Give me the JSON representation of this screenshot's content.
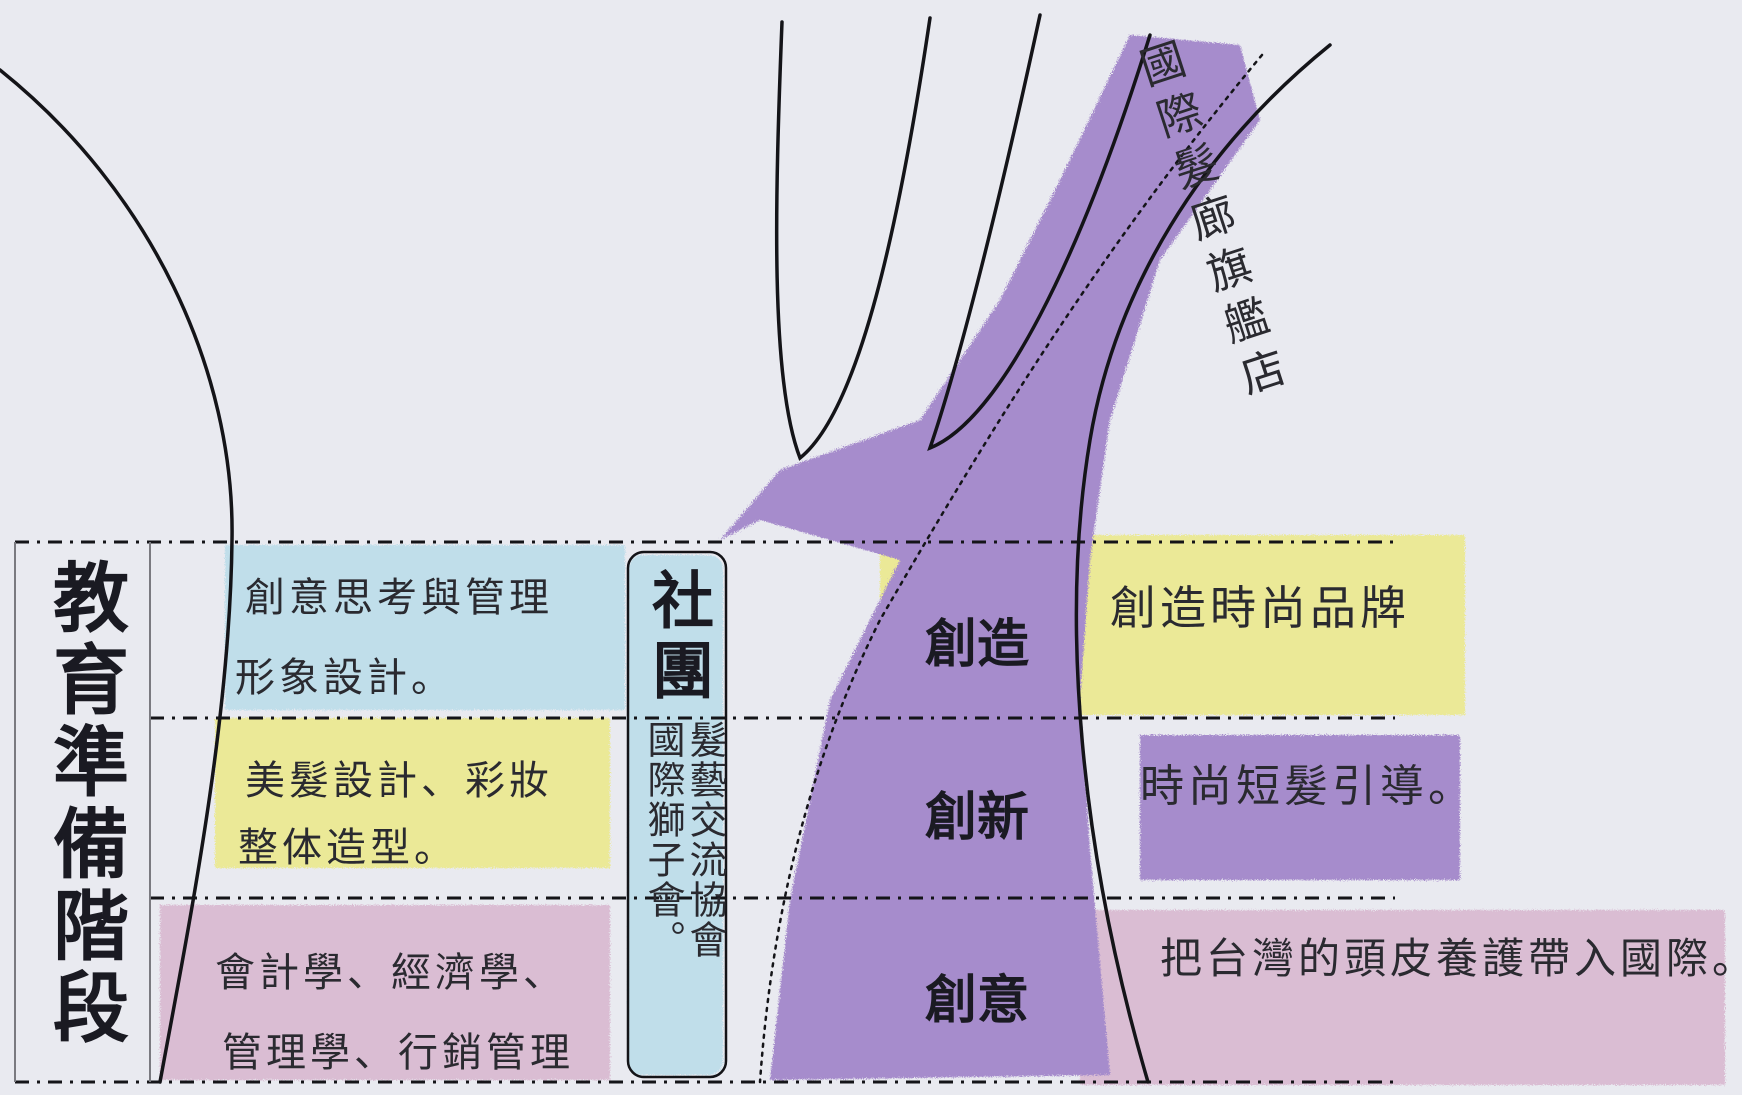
{
  "stage_title": "教育準備階段",
  "club": {
    "title": "社團",
    "column_1": "髮藝交流協會",
    "column_2": "國際獅子會。"
  },
  "education_rows": [
    {
      "line_1": "創意思考與管理",
      "line_2": "形象設計。"
    },
    {
      "line_1": "美髮設計、彩妝",
      "line_2": "整体造型。"
    },
    {
      "line_1": "會計學、經濟學、",
      "line_2": "管理學、行銷管理"
    }
  ],
  "core_labels": [
    "創造",
    "創新",
    "創意"
  ],
  "goals": [
    "創造時尚品牌",
    "時尚短髮引導。",
    "把台灣的頭皮養護帶入國際。"
  ],
  "branch_text": "國際髮廊旗艦店",
  "colors": {
    "background": "#e9eaf0",
    "blue": "#b9dcea",
    "yellow": "#ece988",
    "pink": "#d8b6cf",
    "purple": "#9b7cc6",
    "ink": "#1a1a22"
  }
}
